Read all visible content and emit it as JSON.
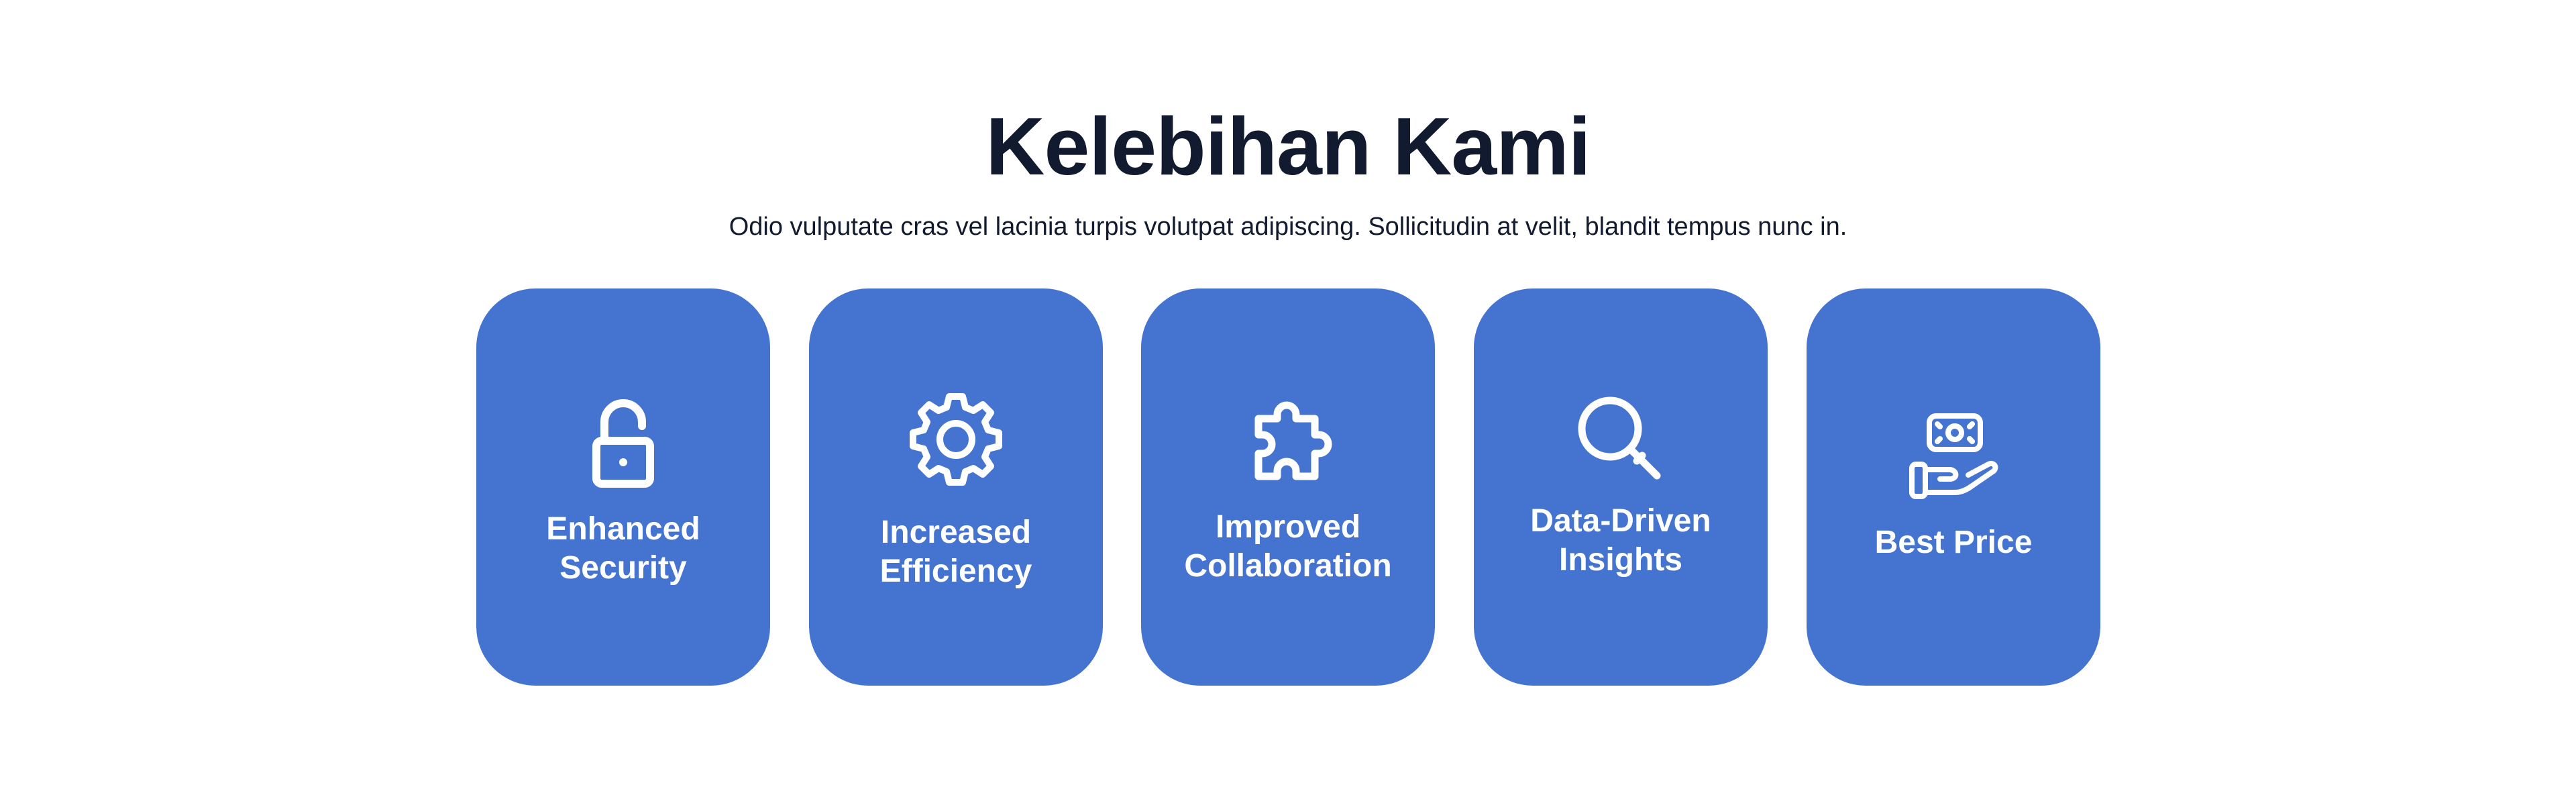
{
  "section": {
    "title": "Kelebihan Kami",
    "subtitle": "Odio vulputate cras vel lacinia turpis volutpat adipiscing. Sollicitudin at velit, blandit tempus nunc in."
  },
  "cards": [
    {
      "label": "Enhanced\nSecurity",
      "icon": "unlocked-padlock-icon"
    },
    {
      "label": "Increased\nEfficiency",
      "icon": "gear-icon"
    },
    {
      "label": "Improved\nCollaboration",
      "icon": "puzzle-piece-icon"
    },
    {
      "label": "Data-Driven\nInsights",
      "icon": "magnifying-glass-icon"
    },
    {
      "label": "Best Price",
      "icon": "hand-holding-money-icon"
    }
  ],
  "colors": {
    "card_background": "#4474cf",
    "title_text": "#111a2e",
    "card_text": "#ffffff"
  }
}
